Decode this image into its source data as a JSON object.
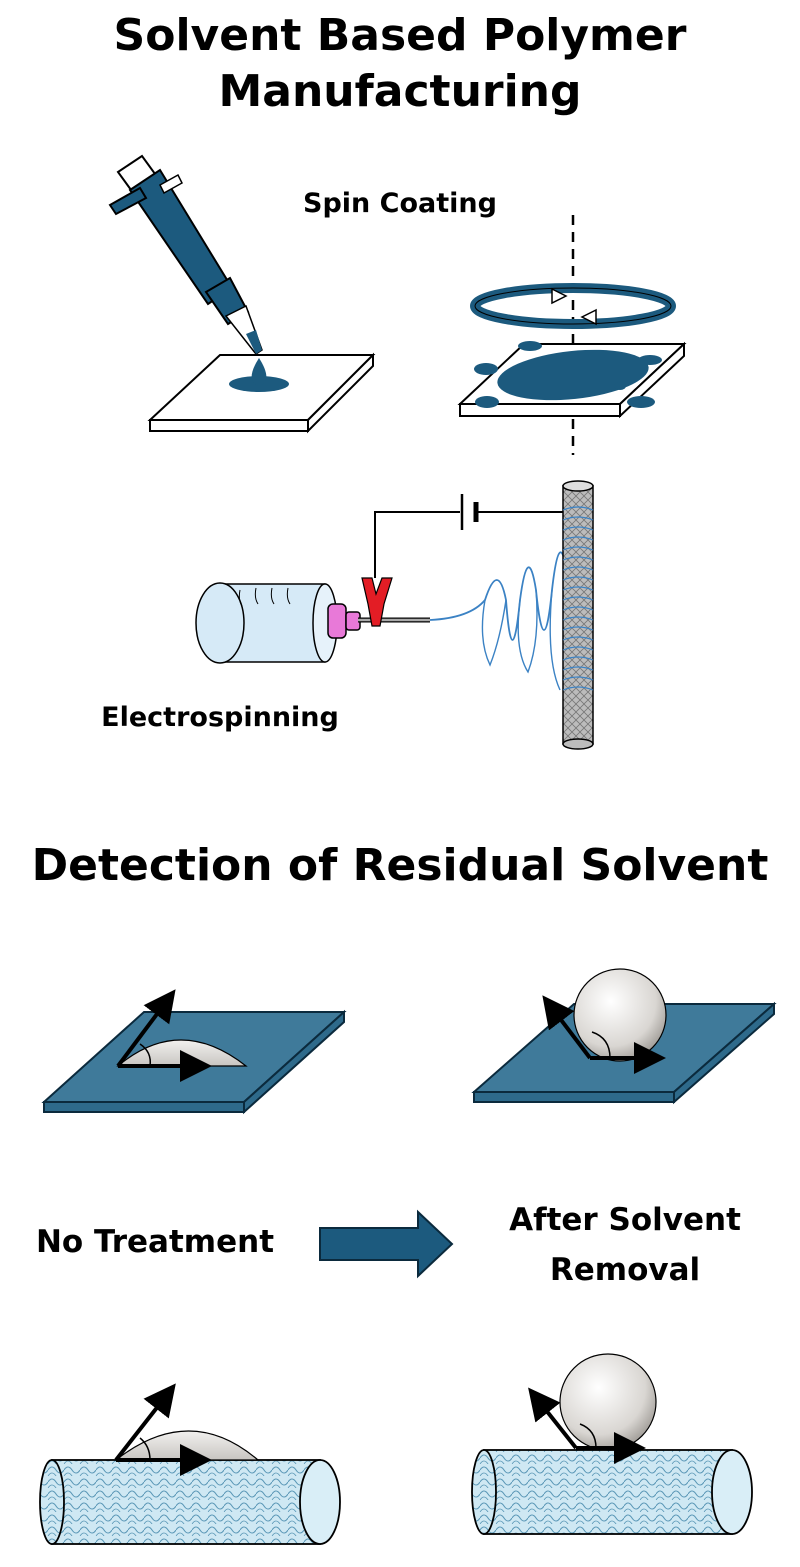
{
  "title_top": "Solvent Based Polymer Manufacturing",
  "spin_coating_label": "Spin Coating",
  "electrospinning_label": "Electrospinning",
  "title_bottom": "Detection of Residual Solvent",
  "no_treatment_label": "No Treatment",
  "after_removal_label_line1": "After Solvent",
  "after_removal_label_line2": "Removal",
  "colors": {
    "accent": "#1c5a7e",
    "plate": "#3f7a9a",
    "fiber": "#3b82c4",
    "clip": "#e31d25",
    "nozzle": "#e879d8",
    "bottle": "#d6eaf7"
  }
}
